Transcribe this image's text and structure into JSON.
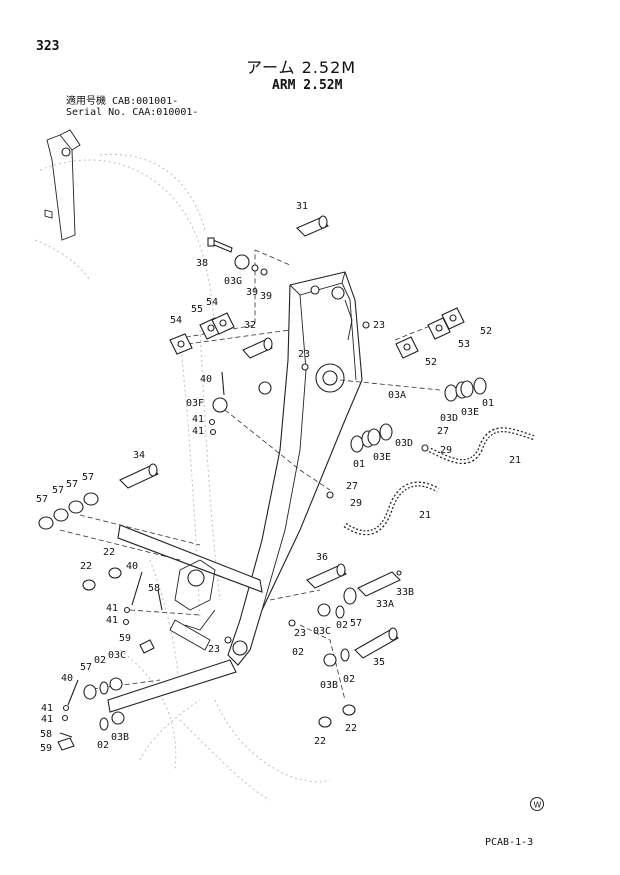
{
  "header": {
    "page_number": "323",
    "title_jp": "アーム 2.52M",
    "title_en": "ARM 2.52M",
    "serial_jp": "適用号機  CAB:001001-",
    "serial_en": "Serial No. CAA:010001-"
  },
  "footer": {
    "logo_text": "W",
    "code": "PCAB-1-3"
  },
  "callouts": [
    "31",
    "38",
    "03G",
    "39",
    "39",
    "54",
    "55",
    "54",
    "32",
    "23",
    "52",
    "53",
    "52",
    "23",
    "40",
    "03F",
    "41",
    "41",
    "03A",
    "03D",
    "03E",
    "01",
    "01",
    "03E",
    "03D",
    "27",
    "29",
    "21",
    "21",
    "27",
    "29",
    "34",
    "57",
    "57",
    "57",
    "57",
    "22",
    "22",
    "40",
    "58",
    "36",
    "57",
    "02",
    "33B",
    "33A",
    "41",
    "41",
    "03C",
    "02",
    "23",
    "59",
    "23",
    "35",
    "03B",
    "02",
    "57",
    "02",
    "03C",
    "40",
    "41",
    "41",
    "02",
    "03B",
    "22",
    "22",
    "58",
    "59"
  ]
}
